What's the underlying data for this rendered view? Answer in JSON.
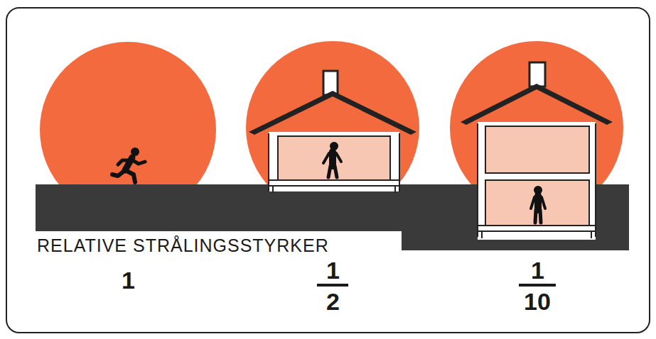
{
  "diagram": {
    "labels": [
      "RELATIVE STRÅLINGSSTYRKER",
      "1",
      "1",
      "2",
      "1",
      "10"
    ]
  }
}
